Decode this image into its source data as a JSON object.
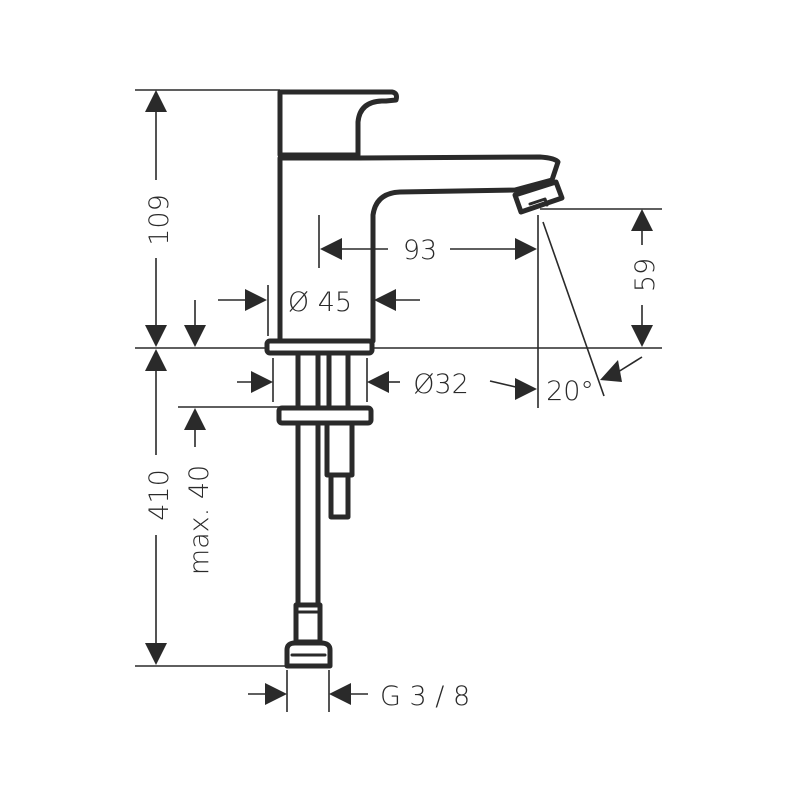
{
  "drawing": {
    "subject": "single-lever basin faucet dimension drawing",
    "line_color": "#2a2a2a",
    "background": "#ffffff",
    "dimensions": {
      "total_height": "109",
      "spout_reach": "93",
      "body_diameter": "Ø 45",
      "spout_height": "59",
      "shank_diameter": "Ø32",
      "spout_angle": "20°",
      "supply_hose_length": "410",
      "max_countertop_thickness": "max. 40",
      "connection_thread": "G 3 / 8"
    }
  }
}
